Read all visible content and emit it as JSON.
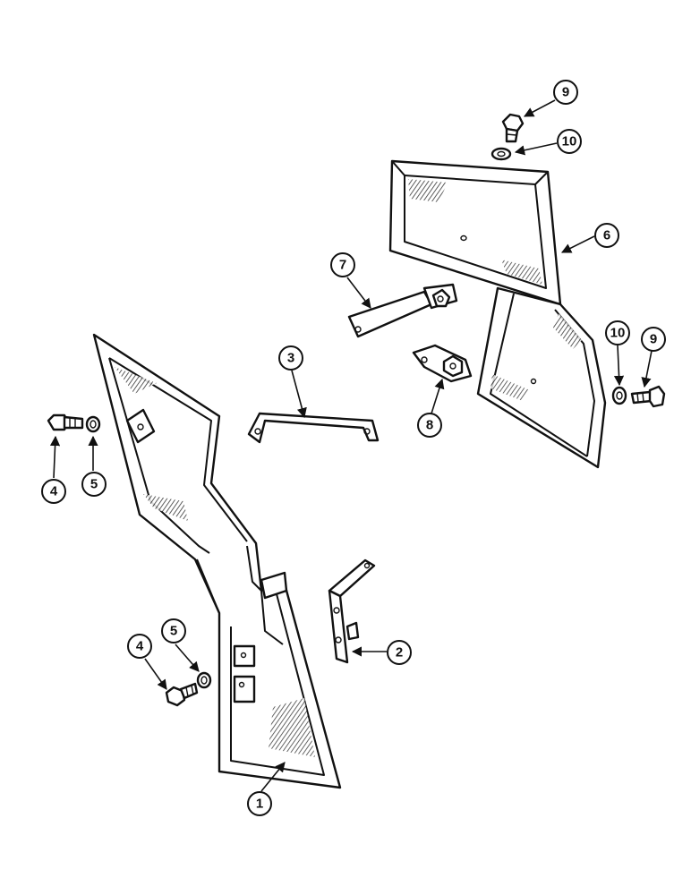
{
  "callouts": [
    {
      "id": "c1",
      "label": "1"
    },
    {
      "id": "c2",
      "label": "2"
    },
    {
      "id": "c3",
      "label": "3"
    },
    {
      "id": "c4a",
      "label": "4"
    },
    {
      "id": "c4b",
      "label": "4"
    },
    {
      "id": "c5a",
      "label": "5"
    },
    {
      "id": "c5b",
      "label": "5"
    },
    {
      "id": "c6",
      "label": "6"
    },
    {
      "id": "c7",
      "label": "7"
    },
    {
      "id": "c8",
      "label": "8"
    },
    {
      "id": "c9a",
      "label": "9"
    },
    {
      "id": "c9b",
      "label": "9"
    },
    {
      "id": "c10a",
      "label": "10"
    },
    {
      "id": "c10b",
      "label": "10"
    }
  ]
}
